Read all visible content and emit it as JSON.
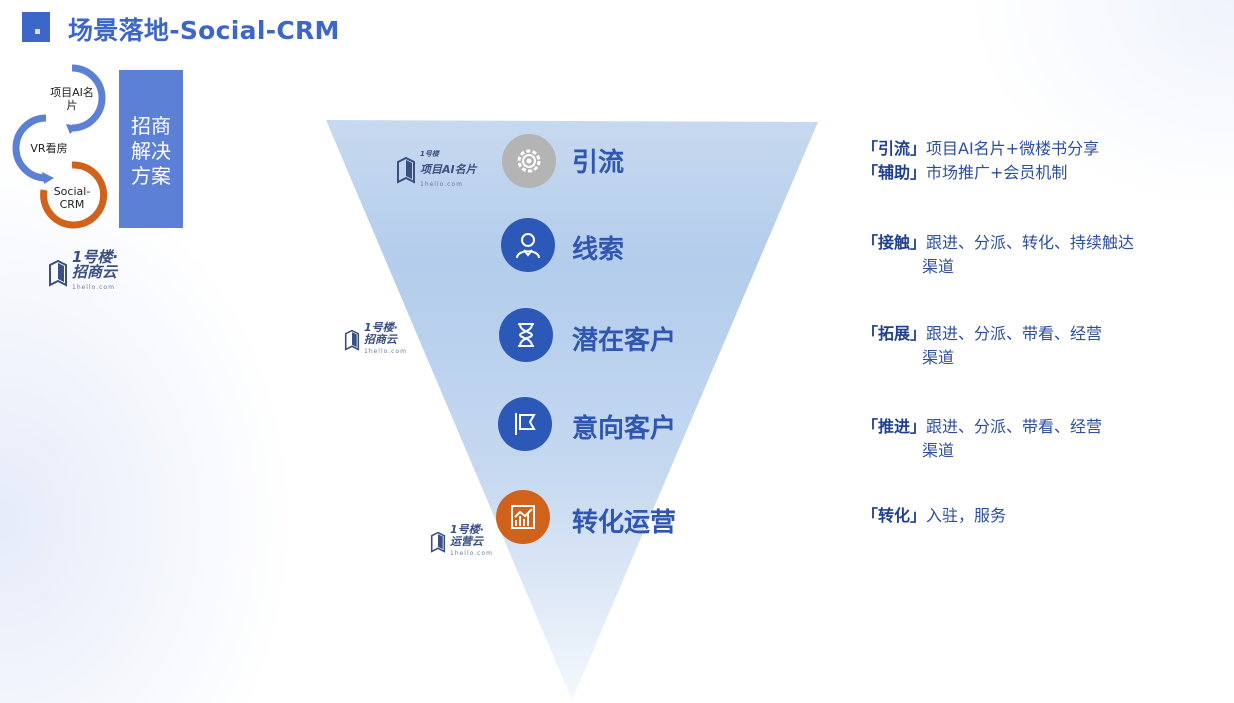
{
  "page": {
    "title": "场景落地-Social-CRM"
  },
  "left_panel": {
    "flow_items": [
      "项目AI名片",
      "VR看房",
      "Social-CRM"
    ],
    "solution_label": "招商解决方案"
  },
  "logos": {
    "ai_card": {
      "top": "1号楼",
      "main": "项目AI名片",
      "sub": "1hello.com"
    },
    "zhaoshang": {
      "main": "1号楼·",
      "main2": "招商云",
      "sub": "1hello.com"
    },
    "yunying": {
      "main": "1号楼·",
      "main2": "运营云",
      "sub": "1hello.com"
    }
  },
  "funnel": {
    "stages": [
      {
        "label": "引流",
        "icon": "gear-icon",
        "color": "#b4b4b4"
      },
      {
        "label": "线索",
        "icon": "user-icon",
        "color": "#2c59b8"
      },
      {
        "label": "潜在客户",
        "icon": "hourglass-icon",
        "color": "#2c59b8"
      },
      {
        "label": "意向客户",
        "icon": "flag-icon",
        "color": "#2c59b8"
      },
      {
        "label": "转化运营",
        "icon": "chart-icon",
        "color": "#d0621b"
      }
    ]
  },
  "descriptions": [
    {
      "lines": [
        {
          "tag": "「引流」",
          "text": "项目AI名片+微楼书分享"
        },
        {
          "tag": "「辅助」",
          "text": "市场推广+会员机制"
        }
      ]
    },
    {
      "lines": [
        {
          "tag": "「接触」",
          "text": "跟进、分派、转化、持续触达",
          "cont": "渠道"
        }
      ]
    },
    {
      "lines": [
        {
          "tag": "「拓展」",
          "text": "跟进、分派、带看、经营",
          "cont": "渠道"
        }
      ]
    },
    {
      "lines": [
        {
          "tag": "「推进」",
          "text": "跟进、分派、带看、经营",
          "cont": "渠道"
        }
      ]
    },
    {
      "lines": [
        {
          "tag": "「转化」",
          "text": "入驻，服务"
        }
      ]
    }
  ],
  "colors": {
    "accent": "#3c66c8",
    "orange": "#d0621b",
    "blue_dark": "#2c59b8"
  }
}
